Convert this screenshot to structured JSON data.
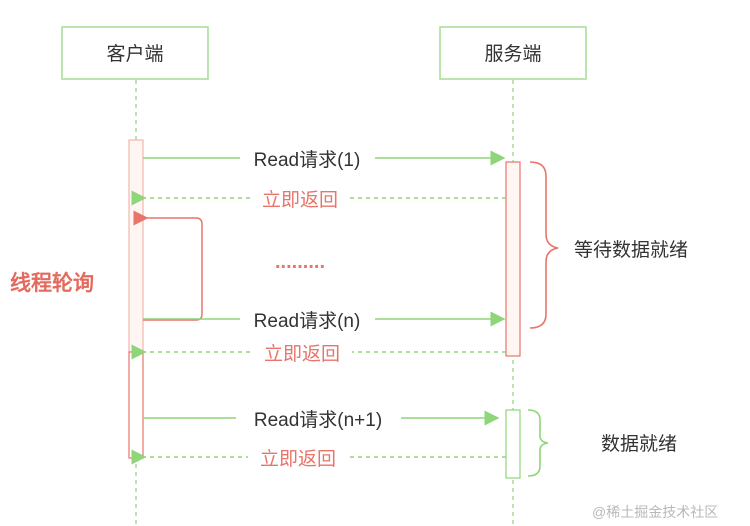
{
  "participants": {
    "client": "客户端",
    "server": "服务端"
  },
  "messages": {
    "req1": "Read请求(1)",
    "ret1": "立即返回",
    "ellipsis": ".........",
    "reqn": "Read请求(n)",
    "retn": "立即返回",
    "reqn1": "Read请求(n+1)",
    "retn1": "立即返回"
  },
  "annotations": {
    "polling": "线程轮询",
    "waiting": "等待数据就绪",
    "ready": "数据就绪"
  },
  "watermark": "@稀土掘金技术社区",
  "colors": {
    "green": "#8fd57a",
    "red": "#e8746a",
    "green_border": "#a6dc93"
  }
}
